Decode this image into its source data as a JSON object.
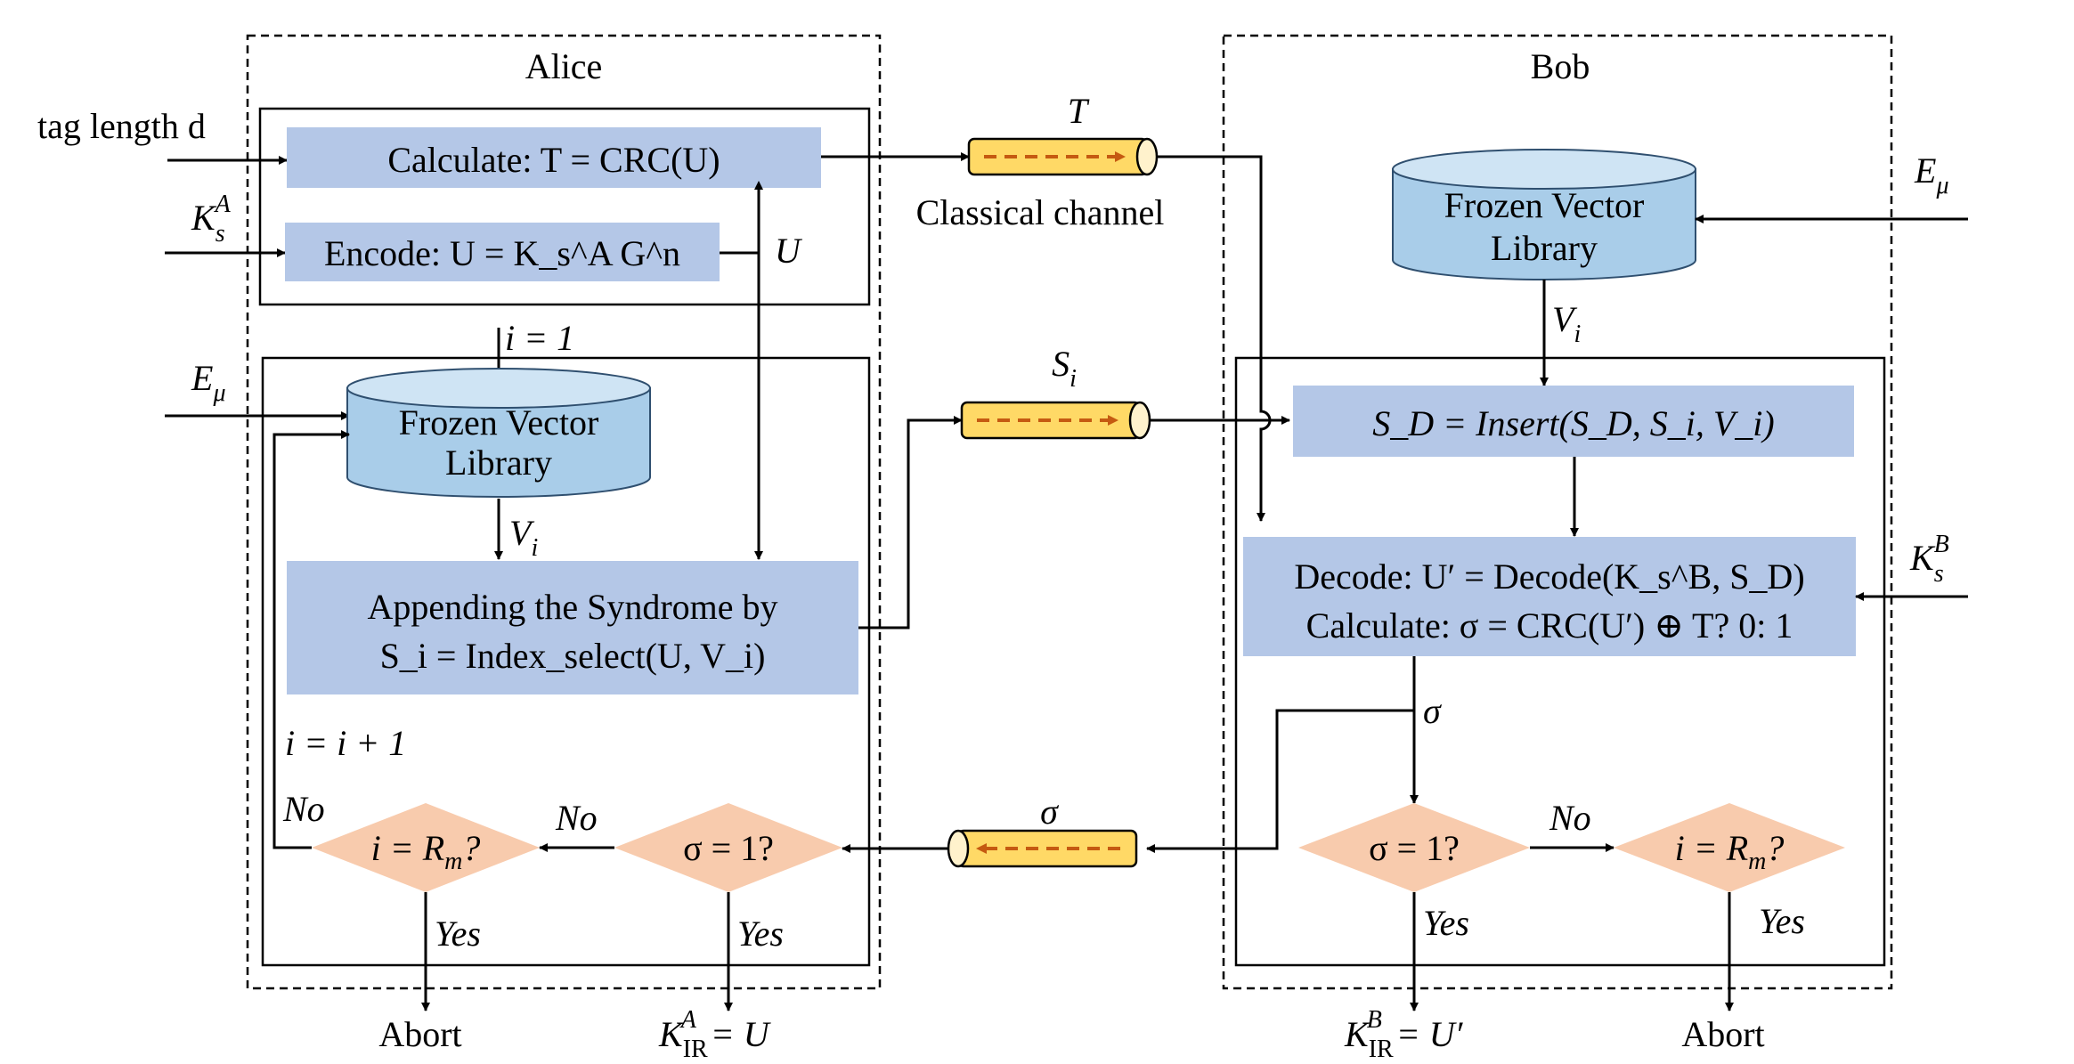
{
  "alice": {
    "title": "Alice",
    "tag_input": "tag length d",
    "ksa_input": "K_s^A",
    "emu_input": "E_μ",
    "calc_box": "Calculate: T = CRC(U)",
    "encode_box": "Encode: U = K_s^A G^n",
    "u_label": "U",
    "i_init": "i = 1",
    "library_line1": "Frozen Vector",
    "library_line2": "Library",
    "vi_label": "V_i",
    "append_line1": "Appending the Syndrome by",
    "append_line2": "S_i = Index_select(U, V_i)",
    "increment": "i = i + 1",
    "no_left": "No",
    "no_mid": "No",
    "diamond_rm": "i = R_m?",
    "diamond_sigma": "σ = 1?",
    "yes_left": "Yes",
    "yes_right": "Yes",
    "abort": "Abort",
    "result": "K_IR^A = U"
  },
  "channel": {
    "t_label": "T",
    "classical": "Classical channel",
    "si_label": "S_i",
    "sigma_label": "σ"
  },
  "bob": {
    "title": "Bob",
    "emu_input": "E_μ",
    "ksb_input": "K_s^B",
    "library_line1": "Frozen Vector",
    "library_line2": "Library",
    "vi_label": "V_i",
    "insert_box": "S_D = Insert(S_D, S_i, V_i)",
    "decode_line1": "Decode: U′ = Decode(K_s^B, S_D)",
    "decode_line2": "Calculate: σ = CRC(U′) ⊕ T? 0: 1",
    "sigma_label": "σ",
    "diamond_sigma": "σ = 1?",
    "diamond_rm": "i = R_m?",
    "no_label": "No",
    "yes_left": "Yes",
    "yes_right": "Yes",
    "result": "K_IR^B = U′",
    "abort": "Abort"
  },
  "colors": {
    "process_box": "#b4c7e7",
    "decision": "#f8cbad",
    "library": "#a9cde9",
    "channel_pipe": "#ffd966",
    "channel_arrow": "#c55a11"
  }
}
